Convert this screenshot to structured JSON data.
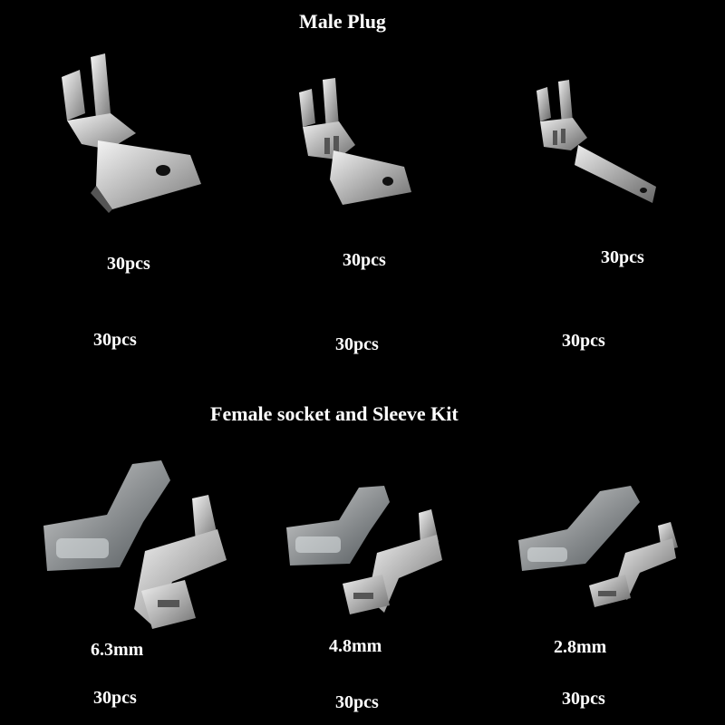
{
  "male_section": {
    "title": "Male Plug",
    "quantities_row1": [
      "30pcs",
      "30pcs",
      "30pcs"
    ],
    "quantities_row2": [
      "30pcs",
      "30pcs",
      "30pcs"
    ]
  },
  "female_section": {
    "title": "Female socket and Sleeve Kit",
    "sizes": [
      "6.3mm",
      "4.8mm",
      "2.8mm"
    ],
    "quantities": [
      "30pcs",
      "30pcs",
      "30pcs"
    ]
  },
  "colors": {
    "background": "#000000",
    "text": "#ffffff",
    "metal": "#c8c8c8",
    "sleeve": "#e8eef2"
  }
}
